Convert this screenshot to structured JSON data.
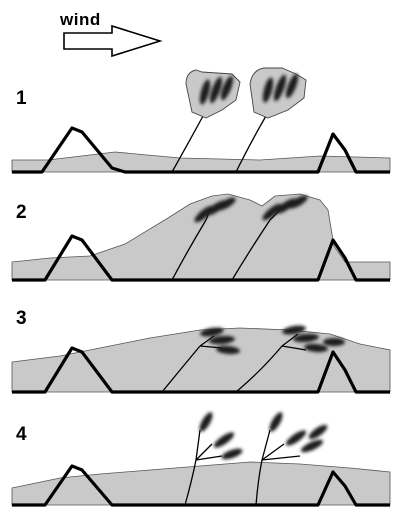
{
  "wind": {
    "label": "wind"
  },
  "panels": [
    {
      "number": "1"
    },
    {
      "number": "2"
    },
    {
      "number": "3"
    },
    {
      "number": "4"
    }
  ],
  "colors": {
    "background": "#ffffff",
    "sediment_fill": "#c9c9c9",
    "outline": "#000000",
    "plant_head": "#1f1f1f"
  }
}
